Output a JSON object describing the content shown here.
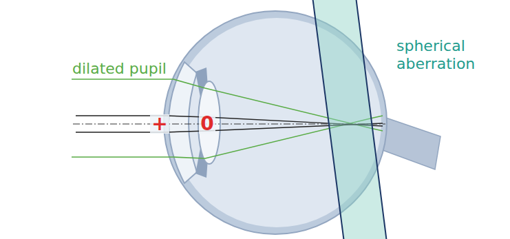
{
  "diagram": {
    "labels": [
      "dilated pupil",
      "+",
      "0",
      "spherical aberration"
    ]
  }
}
